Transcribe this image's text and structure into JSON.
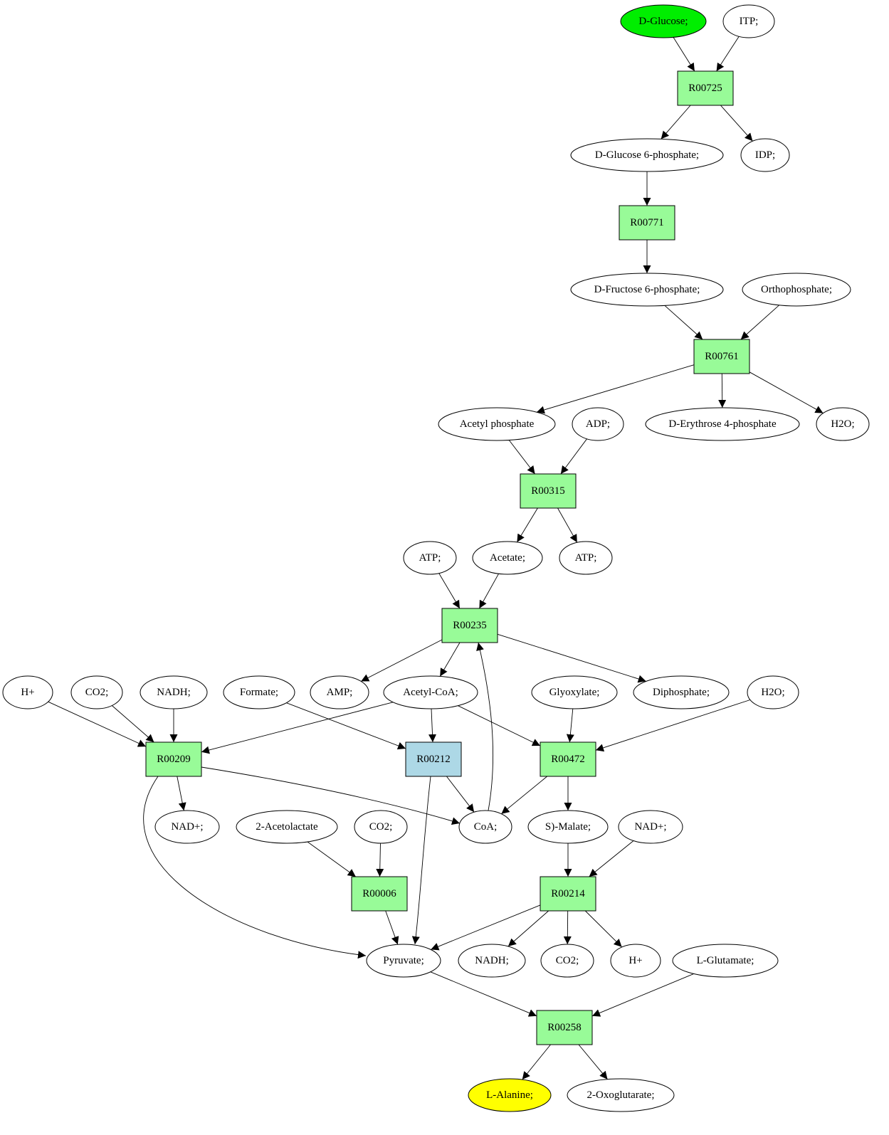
{
  "colors": {
    "reaction": "#98fb98",
    "reaction_alt": "#add8e6",
    "source": "#00ee00",
    "target": "#ffff00",
    "compound": "#ffffff"
  },
  "nodes": {
    "glucose": {
      "label": "D-Glucose;",
      "kind": "compound",
      "fill": "source"
    },
    "itp": {
      "label": "ITP;",
      "kind": "compound"
    },
    "r00725": {
      "label": "R00725",
      "kind": "reaction"
    },
    "g6p": {
      "label": "D-Glucose 6-phosphate;",
      "kind": "compound"
    },
    "idp": {
      "label": "IDP;",
      "kind": "compound"
    },
    "r00771": {
      "label": "R00771",
      "kind": "reaction"
    },
    "f6p": {
      "label": "D-Fructose 6-phosphate;",
      "kind": "compound"
    },
    "orthophosphate": {
      "label": "Orthophosphate;",
      "kind": "compound"
    },
    "r00761": {
      "label": "R00761",
      "kind": "reaction"
    },
    "acetylp": {
      "label": "Acetyl phosphate",
      "kind": "compound"
    },
    "adp": {
      "label": "ADP;",
      "kind": "compound"
    },
    "e4p": {
      "label": "D-Erythrose 4-phosphate",
      "kind": "compound"
    },
    "h2o_a": {
      "label": "H2O;",
      "kind": "compound"
    },
    "r00315": {
      "label": "R00315",
      "kind": "reaction"
    },
    "atp_a": {
      "label": "ATP;",
      "kind": "compound"
    },
    "acetate": {
      "label": "Acetate;",
      "kind": "compound"
    },
    "atp_b": {
      "label": "ATP;",
      "kind": "compound"
    },
    "r00235": {
      "label": "R00235",
      "kind": "reaction"
    },
    "hplus_a": {
      "label": "H+",
      "kind": "compound"
    },
    "co2_a": {
      "label": "CO2;",
      "kind": "compound"
    },
    "nadh_a": {
      "label": "NADH;",
      "kind": "compound"
    },
    "formate": {
      "label": "Formate;",
      "kind": "compound"
    },
    "amp": {
      "label": "AMP;",
      "kind": "compound"
    },
    "acetylcoa": {
      "label": "Acetyl-CoA;",
      "kind": "compound"
    },
    "glyoxylate": {
      "label": "Glyoxylate;",
      "kind": "compound"
    },
    "diphosphate": {
      "label": "Diphosphate;",
      "kind": "compound"
    },
    "h2o_b": {
      "label": "H2O;",
      "kind": "compound"
    },
    "r00209": {
      "label": "R00209",
      "kind": "reaction"
    },
    "r00212": {
      "label": "R00212",
      "kind": "reaction",
      "fill": "reaction_alt"
    },
    "r00472": {
      "label": "R00472",
      "kind": "reaction"
    },
    "nadplus_a": {
      "label": "NAD+;",
      "kind": "compound"
    },
    "acetolactate": {
      "label": "2-Acetolactate",
      "kind": "compound"
    },
    "co2_b": {
      "label": "CO2;",
      "kind": "compound"
    },
    "coa": {
      "label": "CoA;",
      "kind": "compound"
    },
    "malate": {
      "label": "S)-Malate;",
      "kind": "compound"
    },
    "nadplus_b": {
      "label": "NAD+;",
      "kind": "compound"
    },
    "r00006": {
      "label": "R00006",
      "kind": "reaction"
    },
    "r00214": {
      "label": "R00214",
      "kind": "reaction"
    },
    "pyruvate": {
      "label": "Pyruvate;",
      "kind": "compound"
    },
    "nadh_b": {
      "label": "NADH;",
      "kind": "compound"
    },
    "co2_c": {
      "label": "CO2;",
      "kind": "compound"
    },
    "hplus_b": {
      "label": "H+",
      "kind": "compound"
    },
    "glutamate": {
      "label": "L-Glutamate;",
      "kind": "compound"
    },
    "r00258": {
      "label": "R00258",
      "kind": "reaction"
    },
    "alanine": {
      "label": "L-Alanine;",
      "kind": "compound",
      "fill": "target"
    },
    "oxoglutarate": {
      "label": "2-Oxoglutarate;",
      "kind": "compound"
    }
  },
  "edges": [
    [
      "glucose",
      "r00725"
    ],
    [
      "itp",
      "r00725"
    ],
    [
      "r00725",
      "g6p"
    ],
    [
      "r00725",
      "idp"
    ],
    [
      "g6p",
      "r00771"
    ],
    [
      "r00771",
      "f6p"
    ],
    [
      "f6p",
      "r00761"
    ],
    [
      "orthophosphate",
      "r00761"
    ],
    [
      "r00761",
      "acetylp"
    ],
    [
      "r00761",
      "e4p"
    ],
    [
      "r00761",
      "h2o_a"
    ],
    [
      "acetylp",
      "r00315"
    ],
    [
      "adp",
      "r00315"
    ],
    [
      "r00315",
      "acetate"
    ],
    [
      "r00315",
      "atp_b"
    ],
    [
      "atp_a",
      "r00235"
    ],
    [
      "acetate",
      "r00235"
    ],
    [
      "r00235",
      "amp"
    ],
    [
      "r00235",
      "acetylcoa"
    ],
    [
      "r00235",
      "diphosphate"
    ],
    [
      "coa",
      "r00235"
    ],
    [
      "hplus_a",
      "r00209"
    ],
    [
      "co2_a",
      "r00209"
    ],
    [
      "nadh_a",
      "r00209"
    ],
    [
      "acetylcoa",
      "r00209"
    ],
    [
      "r00209",
      "nadplus_a"
    ],
    [
      "r00209",
      "coa"
    ],
    [
      "r00209",
      "pyruvate"
    ],
    [
      "formate",
      "r00212"
    ],
    [
      "acetylcoa",
      "r00212"
    ],
    [
      "r00212",
      "coa"
    ],
    [
      "r00212",
      "pyruvate"
    ],
    [
      "acetylcoa",
      "r00472"
    ],
    [
      "glyoxylate",
      "r00472"
    ],
    [
      "h2o_b",
      "r00472"
    ],
    [
      "r00472",
      "coa"
    ],
    [
      "r00472",
      "malate"
    ],
    [
      "acetolactate",
      "r00006"
    ],
    [
      "co2_b",
      "r00006"
    ],
    [
      "r00006",
      "pyruvate"
    ],
    [
      "malate",
      "r00214"
    ],
    [
      "nadplus_b",
      "r00214"
    ],
    [
      "r00214",
      "pyruvate"
    ],
    [
      "r00214",
      "nadh_b"
    ],
    [
      "r00214",
      "co2_c"
    ],
    [
      "r00214",
      "hplus_b"
    ],
    [
      "pyruvate",
      "r00258"
    ],
    [
      "glutamate",
      "r00258"
    ],
    [
      "r00258",
      "alanine"
    ],
    [
      "r00258",
      "oxoglutarate"
    ]
  ]
}
